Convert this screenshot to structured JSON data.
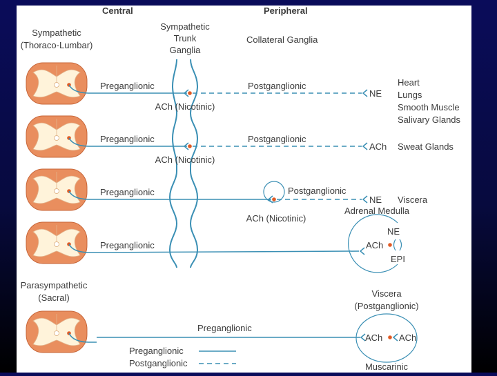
{
  "headers": {
    "central": "Central",
    "peripheral": "Peripheral"
  },
  "labels": {
    "sympathetic": "Sympathetic",
    "thoraco_lumbar": "(Thoraco-Lumbar)",
    "trunk_line1": "Sympathetic",
    "trunk_line2": "Trunk",
    "trunk_line3": "Ganglia",
    "collateral_ganglia": "Collateral Ganglia",
    "parasympathetic": "Parasympathetic",
    "sacral": "(Sacral)"
  },
  "rows": [
    {
      "pre": "Preganglionic",
      "post": "Postganglionic",
      "ganglion_label": "ACh (Nicotinic)",
      "transmitter": "NE",
      "targets": [
        "Heart",
        "Lungs",
        "Smooth Muscle",
        "Salivary Glands"
      ]
    },
    {
      "pre": "Preganglionic",
      "post": "Postganglionic",
      "ganglion_label": "ACh (Nicotinic)",
      "transmitter": "ACh",
      "targets": [
        "Sweat Glands"
      ]
    },
    {
      "pre": "Preganglionic",
      "post": "Postganglionic",
      "ganglion_label": "ACh (Nicotinic)",
      "transmitter": "NE",
      "targets": [
        "Viscera"
      ]
    },
    {
      "pre": "Preganglionic",
      "title": "Adrenal Medulla",
      "ne": "NE",
      "ach": "ACh",
      "epi": "EPI"
    }
  ],
  "parasympathetic_row": {
    "pre": "Preganglionic",
    "viscera": "Viscera",
    "viscera_sub": "(Postganglionic)",
    "ach_left": "ACh",
    "ach_right": "ACh",
    "receptor": "Muscarinic"
  },
  "legend": {
    "pre": "Preganglionic",
    "post": "Postganglionic"
  },
  "colors": {
    "nerve": "#3a8fb4",
    "cord": "#e98e5e",
    "cord_inner": "#fff3da",
    "node": "#e05a24"
  }
}
